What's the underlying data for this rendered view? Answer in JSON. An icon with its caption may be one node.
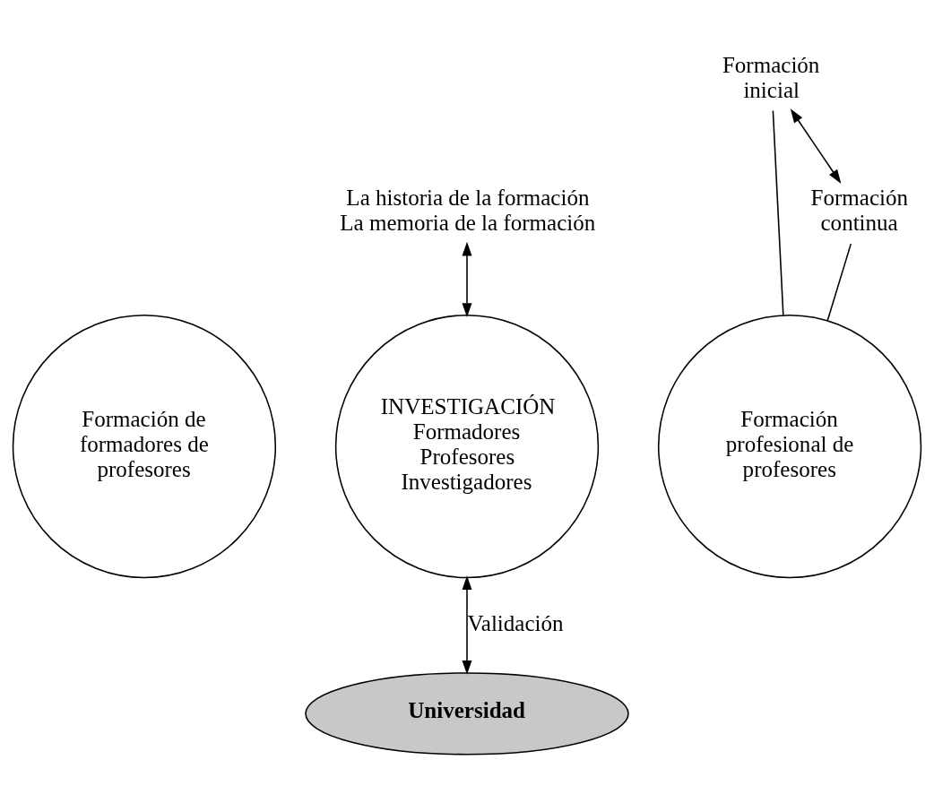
{
  "diagram": {
    "nodes": [
      {
        "text": [
          "La historia de la formación",
          "La memoria de la formación"
        ]
      },
      {
        "text": [
          "Formación de formadores de profesores"
        ]
      },
      {
        "text": [
          "INVESTIGACIÓN",
          "Formadores Profesores Investigadores"
        ]
      },
      {
        "text": [
          "Formación profesional de profesores"
        ]
      },
      {
        "text": [
          "Formación inicial"
        ]
      },
      {
        "text": [
          "Formación continua"
        ]
      },
      {
        "text": [
          "Universidad"
        ]
      }
    ],
    "edges": [
      {
        "from": 0,
        "to": 2,
        "arrow": "both"
      },
      {
        "from": 2,
        "to": 6,
        "arrow": "both",
        "label": "Validación"
      },
      {
        "from": 4,
        "to": 3,
        "arrow": "none"
      },
      {
        "from": 5,
        "to": 3,
        "arrow": "none"
      },
      {
        "from": 4,
        "to": 5,
        "arrow": "both"
      }
    ]
  }
}
